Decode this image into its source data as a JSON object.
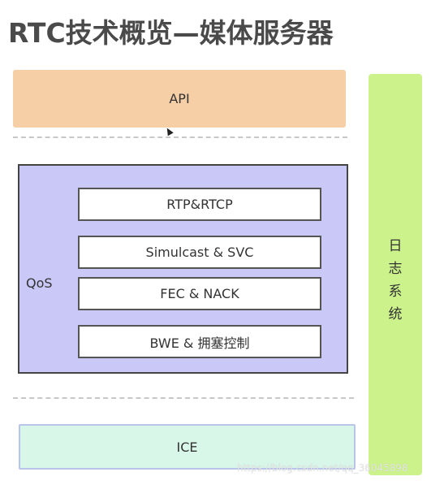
{
  "title": "RTC技术概览—媒体服务器",
  "api": "API",
  "qos": {
    "label": "QoS",
    "items": [
      "RTP&RTCP",
      "Simulcast & SVC",
      "FEC  & NACK",
      "BWE & 拥塞控制"
    ]
  },
  "ice": "ICE",
  "log_system": [
    "日",
    "志",
    "系",
    "统"
  ],
  "watermark": "https://blog.csdn.net/qq_36045898",
  "colors": {
    "api": "#f6cfa6",
    "qos": "#c9c8f7",
    "ice": "#d8f7e9",
    "log": "#ccf28c"
  }
}
